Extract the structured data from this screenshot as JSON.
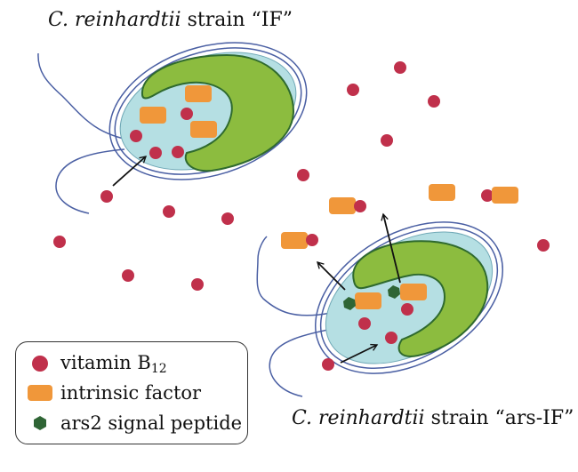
{
  "labels": {
    "strain_if": {
      "species": "C. reinhardtii",
      "rest": " strain “IF”"
    },
    "strain_ars": {
      "species": "C. reinhardtii",
      "rest": " strain “ars-IF”"
    }
  },
  "legend": {
    "b12_main": "vitamin B",
    "b12_sub": "12",
    "intrinsic_factor": "intrinsic factor",
    "ars2": "ars2 signal peptide"
  },
  "colors": {
    "b12": "#c0304b",
    "intrinsic_factor": "#f0973a",
    "ars2": "#2f6535",
    "chloroplast_fill": "#8cbc3f",
    "chloroplast_stroke": "#2f6a2e",
    "cytoplasm": "#b5dfe3",
    "cytoplasm_stroke": "#6fa8b6",
    "cell_wall": "#4a5fa3",
    "flagellum": "#4a5fa3",
    "arrow": "#111111"
  },
  "icons": [
    "b12-dot-icon",
    "intrinsic-factor-rect-icon",
    "ars2-hexagon-icon",
    "arrow-icon"
  ]
}
